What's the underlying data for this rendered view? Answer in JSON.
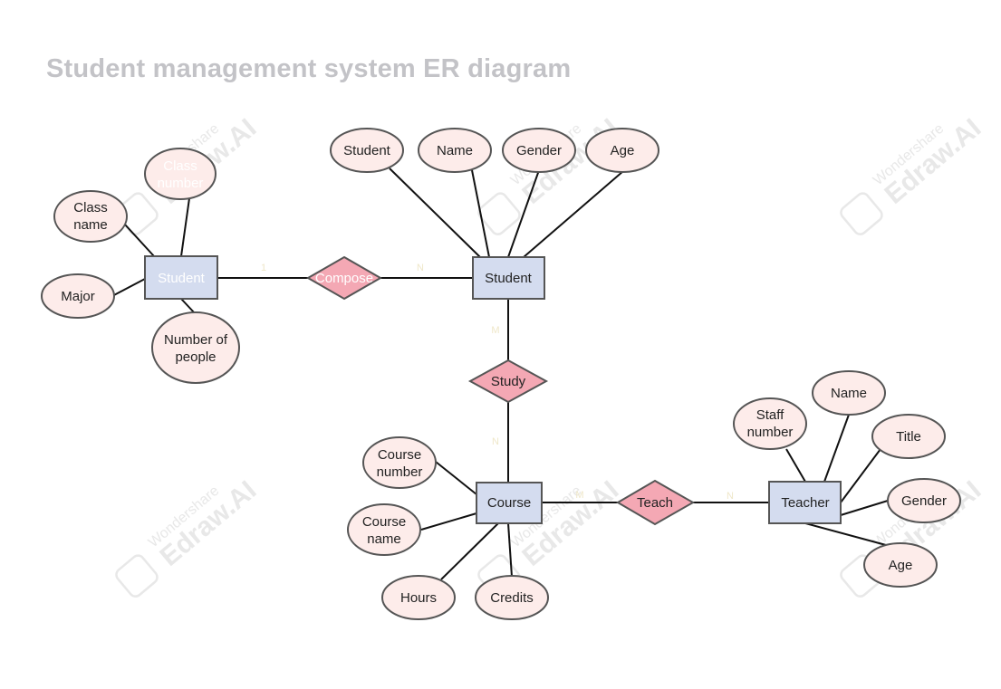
{
  "title": "Student management system ER diagram",
  "colors": {
    "entity_fill": "#d4dcef",
    "entity_stroke": "#555555",
    "attribute_fill": "#fdecea",
    "attribute_stroke": "#555555",
    "relation_fill": "#f4a8b4",
    "relation_stroke": "#555555",
    "line": "#111111",
    "title": "#c3c3c7",
    "cardinality": "#efe7c9",
    "watermark": "#e8e8e8"
  },
  "watermark": {
    "brand_top": "Wondershare",
    "brand_bottom": "Edraw.AI"
  },
  "entities": {
    "class": {
      "label": "Student",
      "label_color": "#ffffff"
    },
    "student": {
      "label": "Student"
    },
    "course": {
      "label": "Course"
    },
    "teacher": {
      "label": "Teacher"
    }
  },
  "relations": {
    "compose": {
      "label": "Compose",
      "label_color": "#ffffff"
    },
    "study": {
      "label": "Study"
    },
    "teach": {
      "label": "Teach"
    }
  },
  "attributes": {
    "class_number": {
      "line1": "Class",
      "line2": "number",
      "text_color": "#ffffff"
    },
    "class_name": {
      "line1": "Class",
      "line2": "name"
    },
    "major": {
      "label": "Major"
    },
    "number_of_people": {
      "line1": "Number of",
      "line2": "people"
    },
    "student_number": {
      "label": "Student"
    },
    "student_name": {
      "label": "Name"
    },
    "student_gender": {
      "label": "Gender"
    },
    "student_age": {
      "label": "Age"
    },
    "course_number": {
      "line1": "Course",
      "line2": "number"
    },
    "course_name": {
      "line1": "Course",
      "line2": "name"
    },
    "hours": {
      "label": "Hours"
    },
    "credits": {
      "label": "Credits"
    },
    "staff_number": {
      "line1": "Staff",
      "line2": "number"
    },
    "teacher_name": {
      "label": "Name"
    },
    "title_attr": {
      "label": "Title"
    },
    "teacher_gender": {
      "label": "Gender"
    },
    "teacher_age": {
      "label": "Age"
    }
  },
  "cardinalities": {
    "compose_class": "1",
    "compose_student": "N",
    "study_student": "M",
    "study_course": "N",
    "teach_course": "M",
    "teach_teacher": "N"
  }
}
